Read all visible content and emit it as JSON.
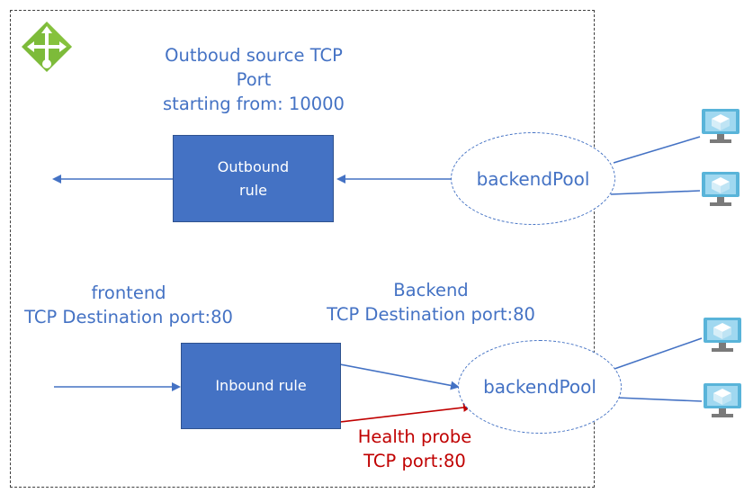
{
  "outbound": {
    "port_note": [
      "Outboud source TCP",
      "Port",
      "starting from: 10000"
    ],
    "rule_label": [
      "Outbound",
      "rule"
    ],
    "pool_label": "backendPool"
  },
  "inbound": {
    "frontend_note": [
      "frontend",
      "TCP Destination port:80"
    ],
    "backend_note": [
      "Backend",
      "TCP Destination port:80"
    ],
    "rule_label": "Inbound rule",
    "pool_label": "backendPool",
    "probe_note": [
      "Health probe",
      "TCP port:80"
    ]
  },
  "colors": {
    "accent": "#4472c4",
    "probe": "#c00000",
    "icon_green": "#7dbb3a",
    "vm_cyan": "#59b4d9"
  },
  "icons": [
    "load-balancer-icon",
    "virtual-machine-icon"
  ]
}
